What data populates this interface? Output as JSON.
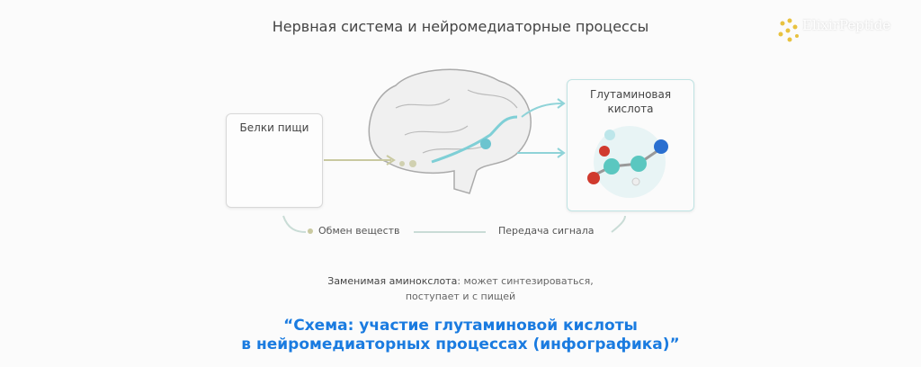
{
  "title": "Нервная система и нейромедиаторные процессы",
  "logo": {
    "text": "ElixirPeptide",
    "accent": "#e8c240"
  },
  "boxes": {
    "food_proteins": "Белки пищи",
    "glutamic_acid_line1": "Глутаминовая",
    "glutamic_acid_line2": "кислота"
  },
  "flow": {
    "metabolism": "Обмен веществ",
    "signal": "Передача сигнала"
  },
  "note": {
    "term": "Заменимая аминокслота",
    "rest_line1": ": может синтезироваться,",
    "line2": "поступает и с пищей"
  },
  "caption": {
    "line1": "“Схема: участие глутаминовой кислоты",
    "line2": "в нейромедиаторных процессах (инфографика)”"
  },
  "colors": {
    "caption": "#1a7be0",
    "arrow_teal": "#7fcfd6",
    "arrow_olive": "#c9c9a0"
  }
}
